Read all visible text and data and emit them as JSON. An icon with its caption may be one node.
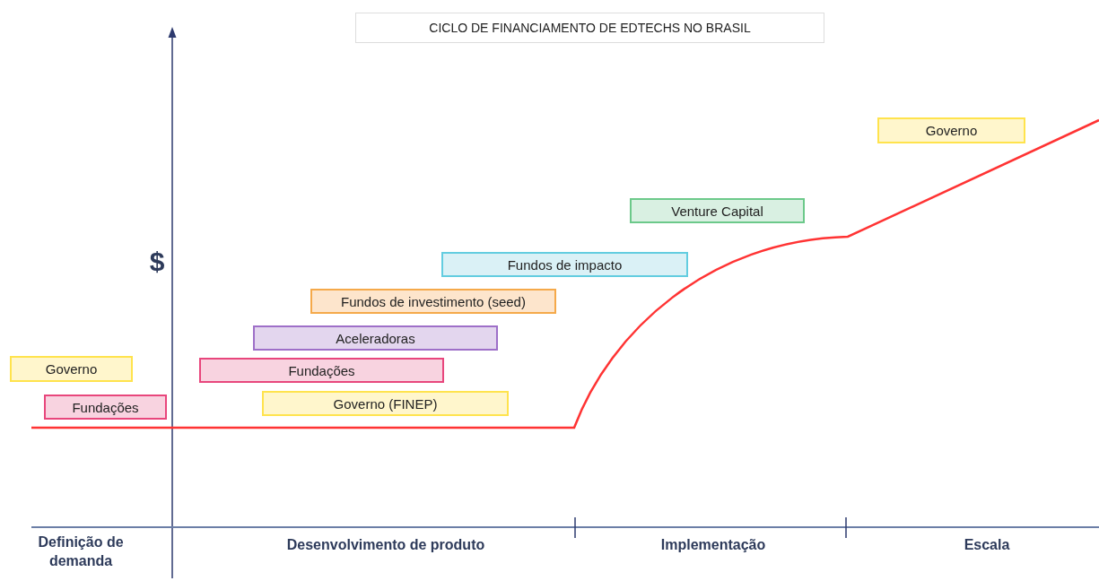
{
  "diagram": {
    "title": "CICLO DE FINANCIAMENTO DE EDTECHS NO BRASIL",
    "nodes": [
      {
        "text": [
          "Governo"
        ]
      },
      {
        "text": [
          "Venture Capital"
        ]
      },
      {
        "text": [
          "Fundos de impacto"
        ]
      },
      {
        "text": [
          "Fundos de investimento (seed)"
        ]
      },
      {
        "text": [
          "Aceleradoras"
        ]
      },
      {
        "text": [
          "Governo"
        ]
      },
      {
        "text": [
          "Fundações"
        ]
      },
      {
        "text": [
          "Fundações"
        ]
      },
      {
        "text": [
          "Governo (FINEP)"
        ]
      }
    ],
    "edges": [],
    "labels": [
      "$",
      "Definição de demanda",
      "Desenvolvimento de produto",
      "Implementação",
      "Escala"
    ]
  }
}
